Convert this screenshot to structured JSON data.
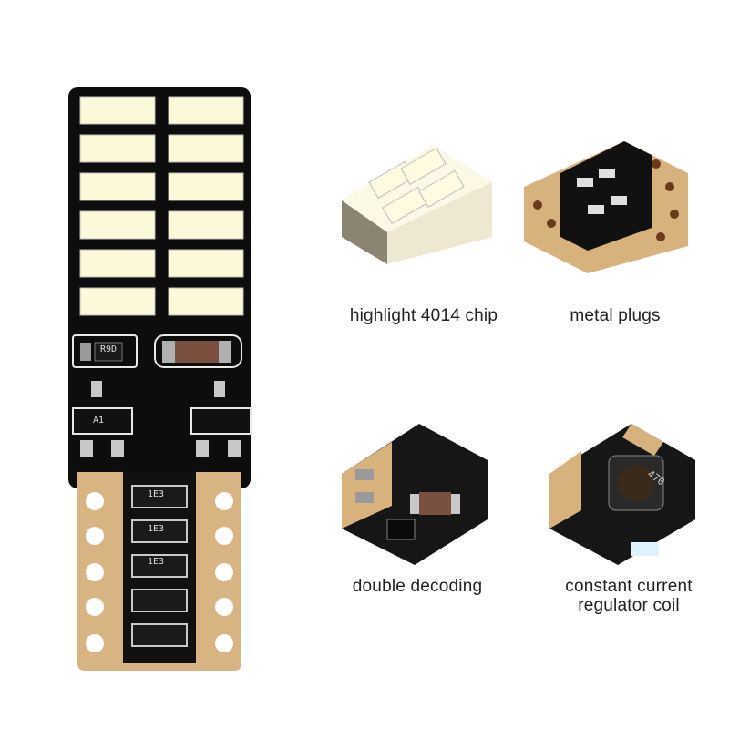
{
  "captions": {
    "chip": "highlight 4014 chip",
    "plugs": "metal plugs",
    "decoding": "double decoding",
    "regulator_line1": "constant current",
    "regulator_line2": "regulator coil"
  },
  "pcb_markings": {
    "resistor_top": "R9D",
    "resistor_bottom_1": "1E3",
    "resistor_bottom_2": "1E3",
    "resistor_bottom_3": "1E3",
    "transistor_left": "A1",
    "coil": "470"
  },
  "colors": {
    "pcb": "#0d0d0d",
    "led": "#fbf9d8",
    "copper": "#d8b27d",
    "silkscreen": "#e9e9e9"
  }
}
